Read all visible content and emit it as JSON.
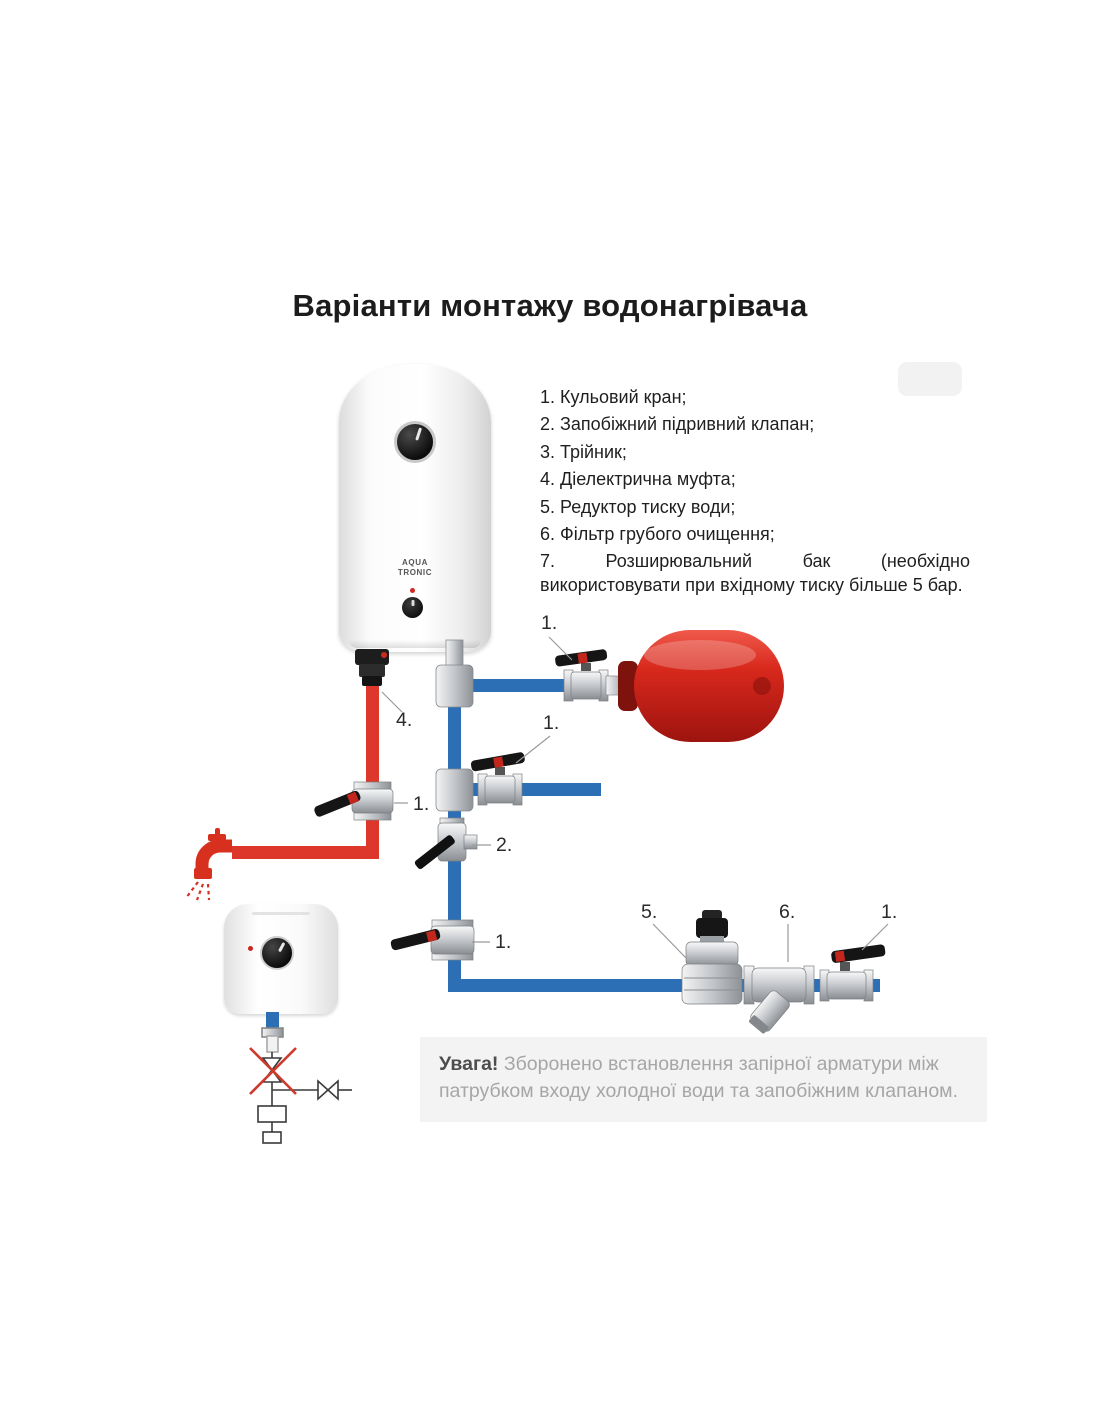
{
  "title": "Варіанти монтажу водонагрівача",
  "legend": {
    "items": [
      "1. Кульовий кран;",
      "2. Запобіжний підривний клапан;",
      "3. Трійник;",
      "4. Діелектрична муфта;",
      "5. Редуктор тиску води;",
      "6. Фільтр грубого очищення;",
      "7. Розширювальний бак (необхідно використовувати при вхідному тиску більше 5 бар."
    ]
  },
  "heater": {
    "brand_line1": "AQUA",
    "brand_line2": "TRONIC"
  },
  "labels": {
    "tank_valve": "1.",
    "coupling": "4.",
    "branch_valve": "1.",
    "hot_valve": "1.",
    "safety_valve": "2.",
    "cold_valve": "1.",
    "reducer": "5.",
    "filter": "6.",
    "inlet_valve": "1."
  },
  "warning": {
    "title": "Увага!",
    "text": "Зборонено встановлення запірної арматури між патрубком входу холодної води та запобіжним клапаном."
  },
  "colors": {
    "hot_pipe": "#dd372b",
    "cold_pipe": "#2d6fb4",
    "tank_red": "#d8281c",
    "warning_bg": "#f3f3f3"
  }
}
